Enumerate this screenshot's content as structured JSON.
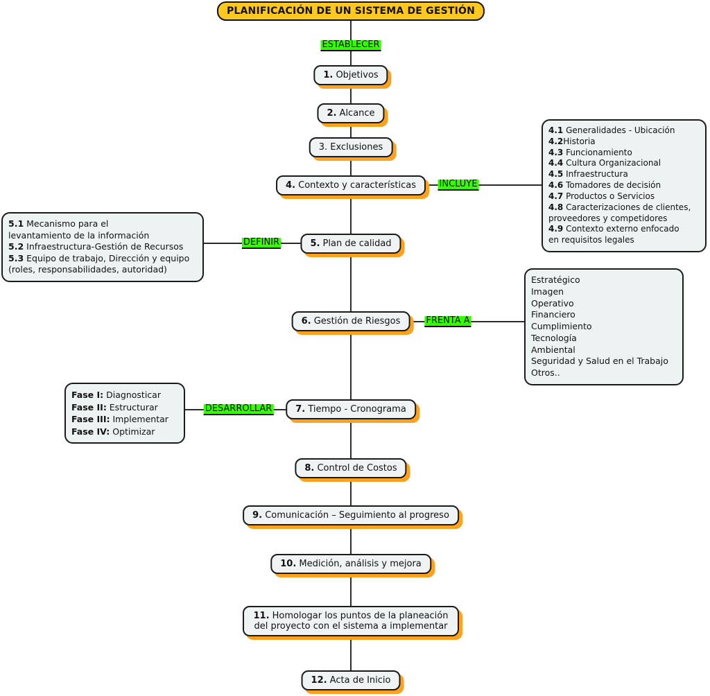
{
  "title": "PLANIFICACIÓN DE UN SISTEMA DE GESTIÓN",
  "colors": {
    "title_bg": "#FFC81E",
    "connector_label_bg": "#33FF00",
    "node_fill": "#EFF3F4",
    "node_shadow": "#FFA11F",
    "node_border": "#1A1A1A"
  },
  "connector_labels": {
    "establecer": "ESTABLECER",
    "incluye": "INCLUYE",
    "definir": "DEFINIR",
    "frenta_a": "FRENTA A",
    "desarrollar": "DESARROLLAR"
  },
  "nodes": [
    {
      "num": "1.",
      "label": " Objetivos"
    },
    {
      "num": "2.",
      "label": " Alcance"
    },
    {
      "num": "3.",
      "label": " Exclusiones"
    },
    {
      "num": "4.",
      "label": " Contexto y características"
    },
    {
      "num": "5.",
      "label": " Plan de calidad"
    },
    {
      "num": "6.",
      "label": " Gestión de Riesgos"
    },
    {
      "num": "7.",
      "label": " Tiempo - Cronograma"
    },
    {
      "num": "8.",
      "label": " Control de Costos"
    },
    {
      "num": "9.",
      "label": " Comunicación – Seguimiento al progreso"
    },
    {
      "num": "10.",
      "label": " Medición, análisis y mejora"
    },
    {
      "num": "11.",
      "label": " Homologar los puntos de la planeación\ndel proyecto con el sistema a implementar"
    },
    {
      "num": "12.",
      "label": " Acta de Inicio"
    }
  ],
  "info_boxes": {
    "contexto": {
      "items": [
        {
          "prefix": "4.1",
          "text": " Generalidades - Ubicación"
        },
        {
          "prefix": "4.2",
          "text": "Historia"
        },
        {
          "prefix": "4.3",
          "text": " Funcionamiento"
        },
        {
          "prefix": "4.4",
          "text": " Cultura Organizacional"
        },
        {
          "prefix": "4.5",
          "text": " Infraestructura"
        },
        {
          "prefix": "4.6",
          "text": " Tomadores de decisión"
        },
        {
          "prefix": "4.7",
          "text": " Productos o Servicios"
        },
        {
          "prefix": "4.8",
          "text": " Caracterizaciones de clientes,\nproveedores y competidores"
        },
        {
          "prefix": "4.9",
          "text": " Contexto externo enfocado\nen requisitos legales"
        }
      ]
    },
    "plan_calidad": {
      "items": [
        {
          "prefix": "5.1",
          "text": " Mecanismo para el\nlevantamiento de la información"
        },
        {
          "prefix": "5.2",
          "text": " Infraestructura-Gestión de Recursos"
        },
        {
          "prefix": "5.3",
          "text": " Equipo de trabajo, Dirección y equipo\n(roles, responsabilidades, autoridad)"
        }
      ]
    },
    "riesgos": {
      "items": [
        "Estratégico",
        "Imagen",
        "Operativo",
        "Financiero",
        "Cumplimiento",
        "Tecnología",
        "Ambiental",
        "Seguridad y Salud en el Trabajo",
        "Otros.."
      ]
    },
    "fases": {
      "items": [
        {
          "prefix": "Fase I:",
          "text": " Diagnosticar"
        },
        {
          "prefix": "Fase II:",
          "text": " Estructurar"
        },
        {
          "prefix": "Fase III:",
          "text": " Implementar"
        },
        {
          "prefix": "Fase IV:",
          "text": " Optimizar"
        }
      ]
    }
  }
}
